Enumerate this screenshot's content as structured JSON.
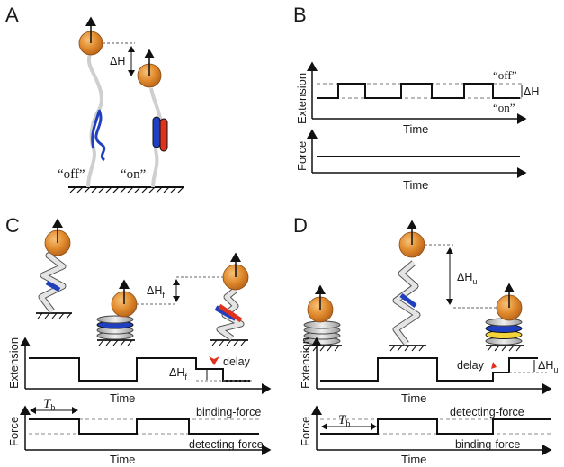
{
  "colors": {
    "bead": "#e08a2c",
    "bead_dark": "#b5621a",
    "blue": "#1f3fbf",
    "red": "#e0301e",
    "yellow": "#f2d33a",
    "coil": "#d8d8d8",
    "arrow_red": "#e0301e"
  },
  "panels": {
    "A": {
      "letter": "A",
      "delta_label": "ΔH",
      "off_label": "“off”",
      "on_label": "“on”"
    },
    "B": {
      "letter": "B",
      "extension_label": "Extension",
      "force_label": "Force",
      "time_label_top": "Time",
      "time_label_bottom": "Time",
      "off_label": "“off”",
      "on_label": "“on”",
      "delta_label": "ΔH"
    },
    "C": {
      "letter": "C",
      "delta_label": "ΔH",
      "delta_sub": "f",
      "delta2_label": "ΔH",
      "delta2_sub": "f",
      "delay_label": "delay",
      "extension_label": "Extension",
      "force_label": "Force",
      "time_label_top": "Time",
      "time_label_bottom": "Time",
      "tb_label": "T",
      "tb_sub": "b",
      "binding_force_label": "binding-force",
      "detecting_force_label": "detecting-force"
    },
    "D": {
      "letter": "D",
      "delta_label": "ΔH",
      "delta_sub": "u",
      "delta2_label": "ΔH",
      "delta2_sub": "u",
      "delay_label": "delay",
      "extension_label": "Extension",
      "force_label": "Force",
      "time_label_top": "Time",
      "time_label_bottom": "Time",
      "tb_label": "T",
      "tb_sub": "b",
      "detecting_force_label": "detecting-force",
      "binding_force_label": "binding-force"
    }
  }
}
